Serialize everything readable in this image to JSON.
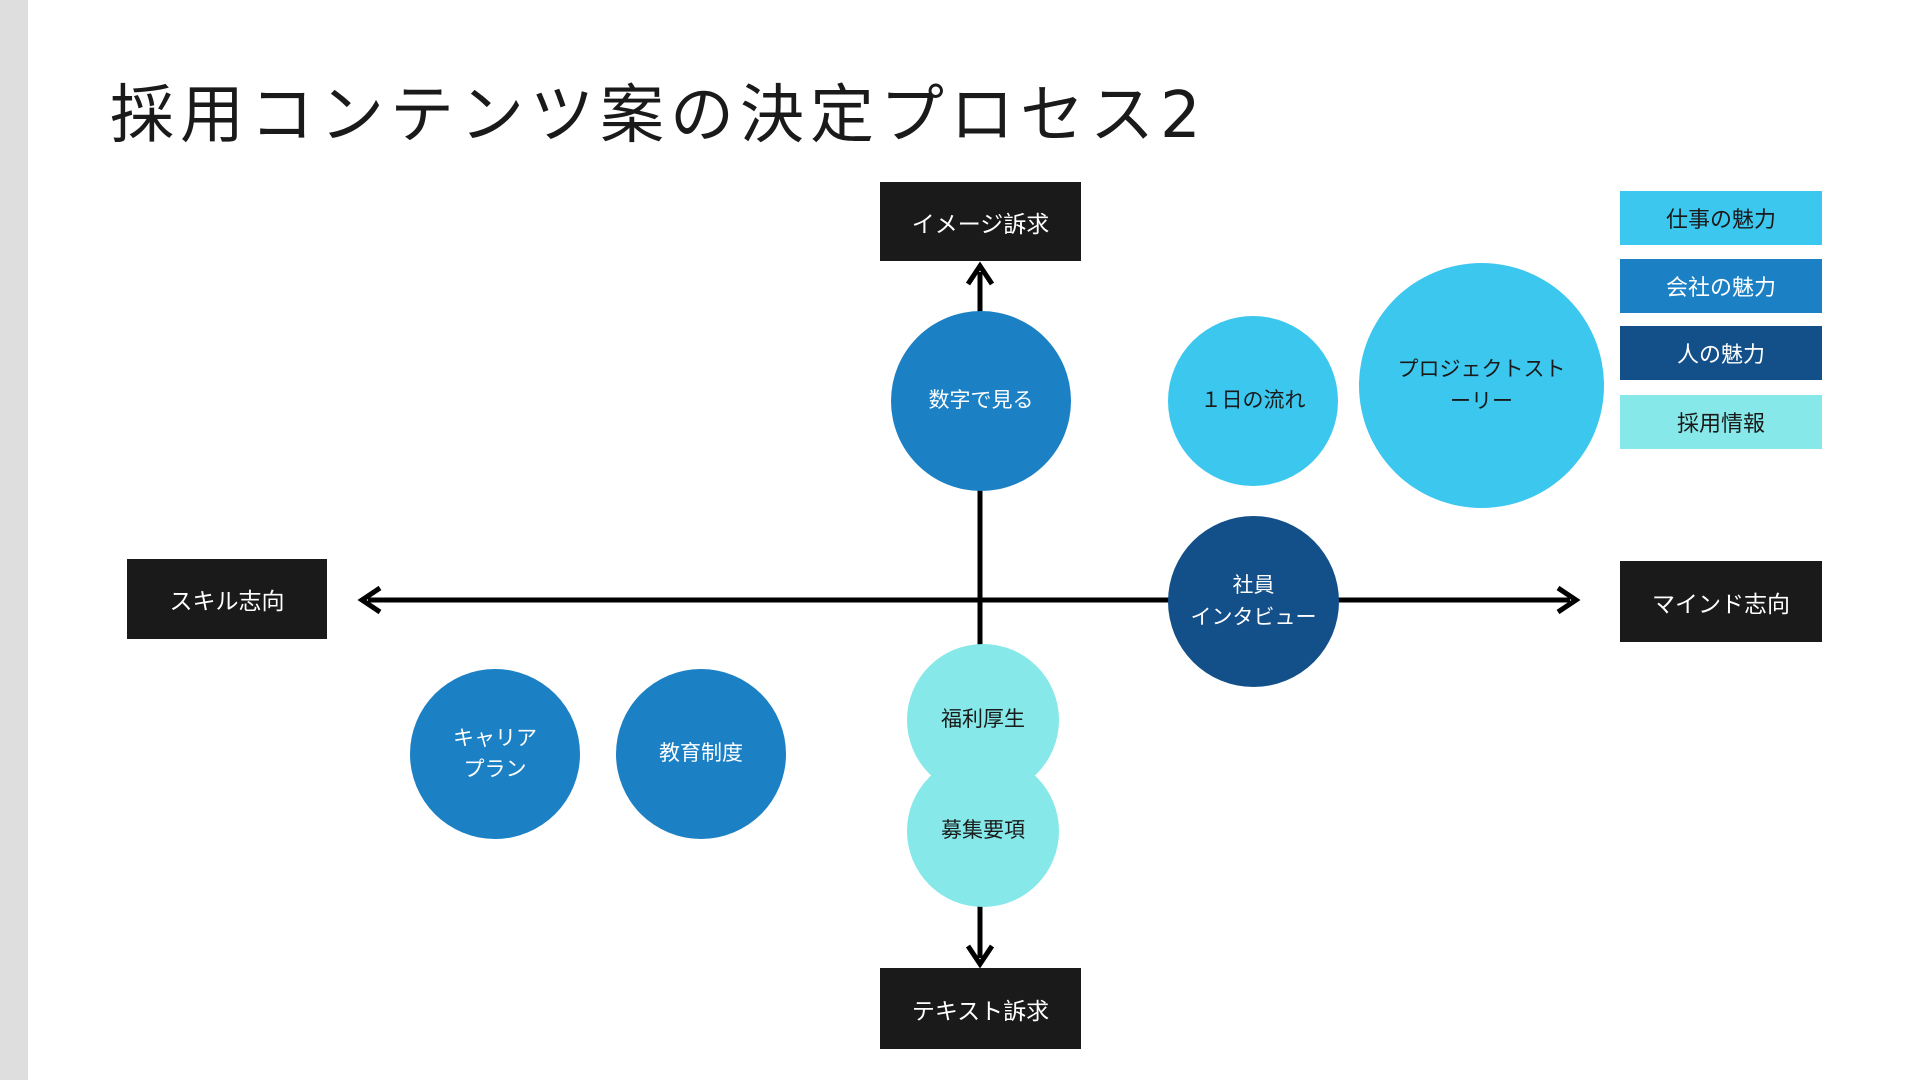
{
  "title": "採用コンテンツ案の決定プロセス2",
  "axes": {
    "top": "イメージ訴求",
    "bottom": "テキスト訴求",
    "left": "スキル志向",
    "right": "マインド志向"
  },
  "legend": [
    {
      "label": "仕事の魅力",
      "color": "#3cc7ef"
    },
    {
      "label": "会社の魅力",
      "color": "#1b80c4"
    },
    {
      "label": "人の魅力",
      "color": "#13508a"
    },
    {
      "label": "採用情報",
      "color": "#86e8e8"
    }
  ],
  "circles": {
    "numbers": {
      "line1": "数字で見る",
      "category": "会社の魅力"
    },
    "day_flow": {
      "line1": "１日の流れ",
      "category": "仕事の魅力"
    },
    "project_story": {
      "line1": "プロジェクトスト",
      "line2": "ーリー",
      "category": "仕事の魅力"
    },
    "employee_interview": {
      "line1": "社員",
      "line2": "インタビュー",
      "category": "人の魅力"
    },
    "career_plan": {
      "line1": "キャリア",
      "line2": "プラン",
      "category": "会社の魅力"
    },
    "education": {
      "line1": "教育制度",
      "category": "会社の魅力"
    },
    "welfare": {
      "line1": "福利厚生",
      "category": "採用情報"
    },
    "recruitment": {
      "line1": "募集要項",
      "category": "採用情報"
    }
  }
}
